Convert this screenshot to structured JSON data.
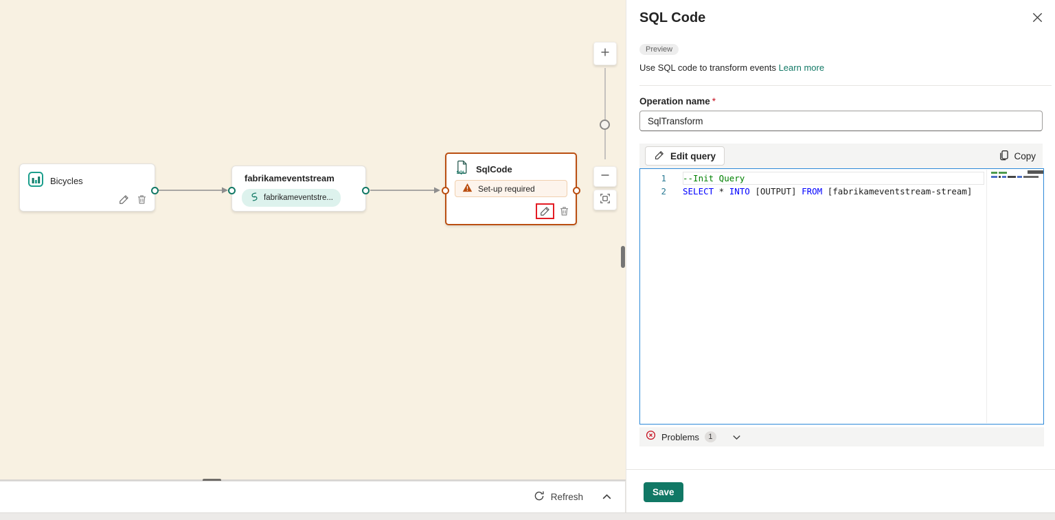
{
  "colors": {
    "accent_teal": "#117865",
    "node_alert_orange": "#BA4E10",
    "editor_focus_blue": "#2B88D8",
    "error_red": "#C50F1F",
    "click_highlight_red": "#E31B23",
    "canvas_background": "#F8F1E2",
    "save_button_green": "#117865"
  },
  "canvas": {
    "nodes": {
      "bicycles": {
        "title": "Bicycles",
        "icon": "bar-chart-icon"
      },
      "eventstream": {
        "title": "fabrikameventstream",
        "stream_pill": "fabrikameventstre...",
        "icon": "eventstream-icon"
      },
      "sqlcode": {
        "title": "SqlCode",
        "warning": "Set-up required",
        "icon": "sql-document-icon"
      }
    },
    "footer": {
      "refresh_label": "Refresh"
    }
  },
  "panel": {
    "title": "SQL Code",
    "preview_badge": "Preview",
    "description": "Use SQL code to transform events",
    "learn_more_label": "Learn more",
    "operation_name": {
      "label": "Operation name",
      "required_marker": "*",
      "value": "SqlTransform"
    },
    "toolbar": {
      "edit_query_label": "Edit query",
      "copy_label": "Copy"
    },
    "editor": {
      "current_line_index": 0,
      "lines": [
        {
          "number": "1",
          "tokens": [
            {
              "type": "comment",
              "text": "--Init Query"
            }
          ]
        },
        {
          "number": "2",
          "tokens": [
            {
              "type": "keyword",
              "text": "SELECT"
            },
            {
              "type": "plain",
              "text": " * "
            },
            {
              "type": "keyword",
              "text": "INTO"
            },
            {
              "type": "plain",
              "text": " [OUTPUT] "
            },
            {
              "type": "keyword",
              "text": "FROM"
            },
            {
              "type": "plain",
              "text": " [fabrikameventstream-stream]"
            }
          ]
        }
      ]
    },
    "problems": {
      "label": "Problems",
      "count": "1"
    },
    "save_label": "Save"
  }
}
